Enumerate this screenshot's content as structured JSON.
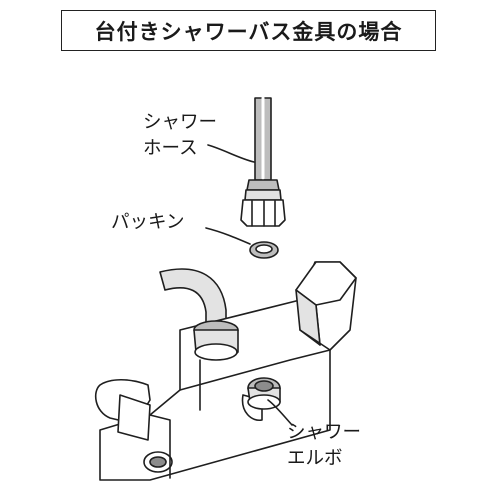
{
  "title": "台付きシャワーバス金具の場合",
  "labels": {
    "shower_hose": [
      "シャワー",
      "ホース"
    ],
    "packing": "パッキン",
    "shower_elbow": [
      "シャワー",
      "エルボ"
    ]
  }
}
